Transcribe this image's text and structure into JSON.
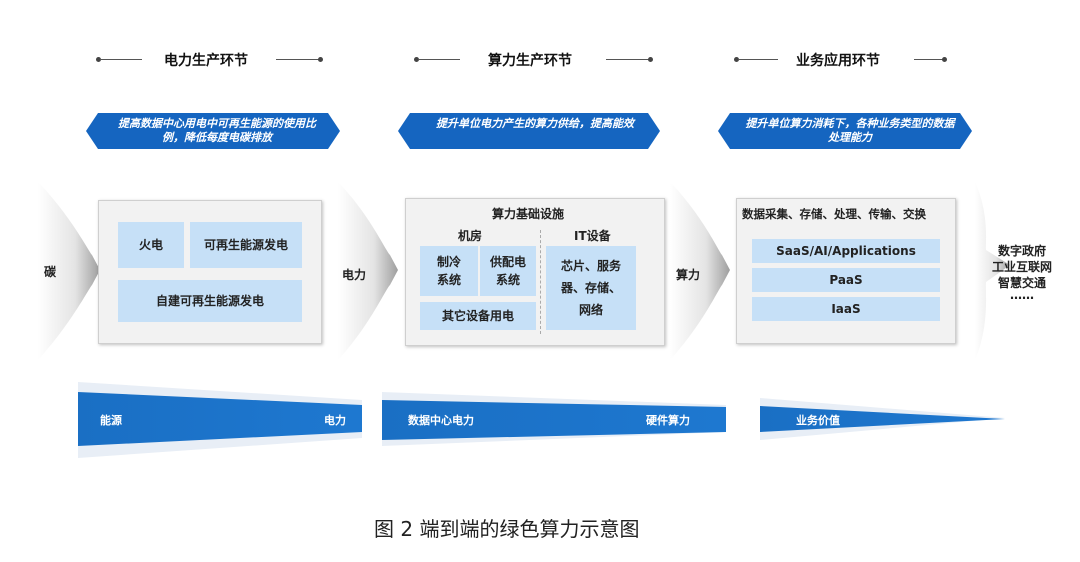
{
  "stages": {
    "power": {
      "header": "电力生产环节",
      "banner": "提高数据中心用电中可再生能源的使用比例，降低每度电碳排放",
      "cells": [
        "火电",
        "可再生能源发电",
        "自建可再生能源发电"
      ]
    },
    "compute": {
      "header": "算力生产环节",
      "banner": "提升单位电力产生的算力供给，提高能效",
      "title": "算力基础设施",
      "room_label": "机房",
      "it_label": "IT设备",
      "cells": [
        "制冷\n系统",
        "供配电\n系统",
        "其它设备用电",
        "芯片、服务\n器、存储、\n网络"
      ]
    },
    "business": {
      "header": "业务应用环节",
      "banner": "提升单位算力消耗下，各种业务类型的数据处理能力",
      "title": "数据采集、存储、处理、传输、交换",
      "cells": [
        "SaaS/AI/Applications",
        "PaaS",
        "IaaS"
      ]
    }
  },
  "flow_labels": [
    "碳",
    "电力",
    "算力"
  ],
  "outputs": [
    "数字政府",
    "工业互联网",
    "智慧交通",
    "……"
  ],
  "bottom_bars": {
    "bar1": {
      "left": "能源",
      "right": "电力"
    },
    "bar2": {
      "left": "数据中心电力",
      "right": "硬件算力"
    },
    "bar3": {
      "left": "业务价值"
    }
  },
  "caption": "图 2 端到端的绿色算力示意图",
  "colors": {
    "banner_blue": "#1565c0",
    "cell_blue": "#c6e0f7",
    "bar_blue": "#1a6fc4"
  }
}
